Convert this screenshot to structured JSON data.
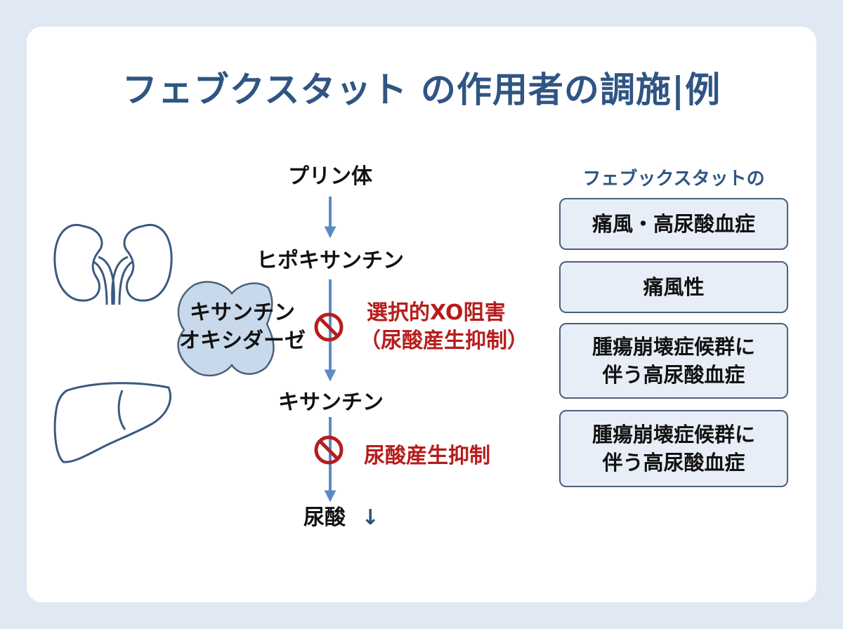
{
  "title": "フェブクスタット の作用者の調施|例",
  "pathway": {
    "purine": "プリン体",
    "hypoxanthine": "ヒポキサンチン",
    "enzyme_line1": "キサンチン",
    "enzyme_line2": "オキシダーゼ",
    "xanthine": "キサンチン",
    "uric_acid": "尿酸",
    "down_arrow": "↓",
    "inhibition1_line1": "選択的XO阻害",
    "inhibition1_line2": "（尿酸産生抑制）",
    "inhibition2": "尿酸産生抑制"
  },
  "indications": {
    "title": "フェブックスタットの",
    "items": [
      "痛風・高尿酸血症",
      "痛風性",
      "腫瘍崩壊症候群に\n伴う高尿酸血症",
      "腫瘍崩壊症候群に\n伴う高尿酸血症"
    ]
  },
  "icons": {
    "kidney": "kidney-icon",
    "liver": "liver-icon",
    "enzyme": "enzyme-icon",
    "inhibit": "no-symbol-icon"
  },
  "colors": {
    "title": "#2f5583",
    "arrow": "#5b8bc4",
    "inhibit": "#b71c1c",
    "organ_stroke": "#3a5a80",
    "enzyme_fill": "#c9d9ec",
    "box_fill": "#e8eef7"
  }
}
